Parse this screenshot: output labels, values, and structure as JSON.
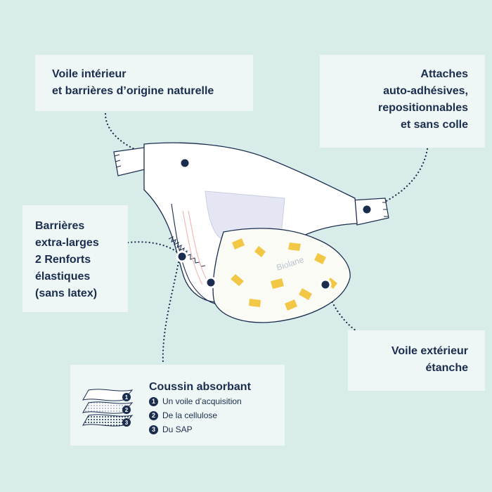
{
  "labels": {
    "inner_veil": [
      "Voile intérieur",
      "et barrières d’origine naturelle"
    ],
    "fasteners": [
      "Attaches",
      "auto-adhésives,",
      "repositionnables",
      "et sans colle"
    ],
    "barriers": [
      "Barrières",
      "extra-larges",
      "2 Renforts",
      "élastiques",
      "(sans latex)"
    ],
    "outer_veil": [
      "Voile extérieur",
      "étanche"
    ]
  },
  "pad": {
    "title": "Coussin absorbant",
    "items": [
      {
        "num": "1",
        "label": "Un voile d’acquisition"
      },
      {
        "num": "2",
        "label": "De la cellulose"
      },
      {
        "num": "3",
        "label": "Du SAP"
      }
    ]
  },
  "brand": "Biolane",
  "colors": {
    "background": "#d8ecea",
    "box": "#eef7f5",
    "text": "#1b2d4f",
    "print_yellow": "#f1c232"
  }
}
